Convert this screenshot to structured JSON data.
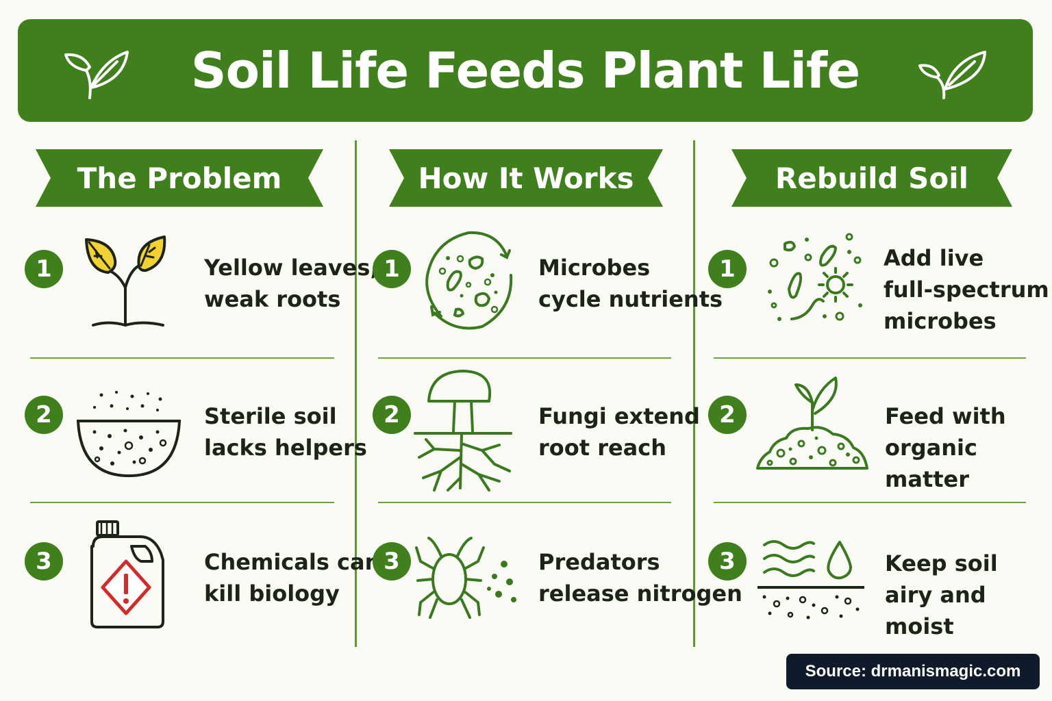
{
  "title": "Soil Life Feeds Plant Life",
  "colors": {
    "green": "#3f7f1c",
    "icon_green": "#3a7a1e",
    "yellow": "#f2d22e",
    "warning_red": "#d42a2a",
    "source_bg": "#0f1a2a"
  },
  "columns": [
    {
      "heading": "The Problem",
      "items": [
        {
          "number": "1",
          "icon": "yellow-sprout-icon",
          "text": "Yellow leaves,\nweak roots"
        },
        {
          "number": "2",
          "icon": "sterile-soil-bowl-icon",
          "text": "Sterile soil\nlacks helpers"
        },
        {
          "number": "3",
          "icon": "chemical-jug-warning-icon",
          "text": "Chemicals can\nkill biology"
        }
      ]
    },
    {
      "heading": "How It Works",
      "items": [
        {
          "number": "1",
          "icon": "microbe-cycle-icon",
          "text": "Microbes\ncycle nutrients"
        },
        {
          "number": "2",
          "icon": "mushroom-roots-icon",
          "text": "Fungi extend\nroot reach"
        },
        {
          "number": "3",
          "icon": "mite-nutrients-icon",
          "text": "Predators\nrelease nitrogen"
        }
      ]
    },
    {
      "heading": "Rebuild Soil",
      "items": [
        {
          "number": "1",
          "icon": "microbes-icon",
          "text": "Add live\nfull-spectrum\nmicrobes"
        },
        {
          "number": "2",
          "icon": "compost-sprout-icon",
          "text": "Feed with\norganic matter"
        },
        {
          "number": "3",
          "icon": "airy-moist-soil-icon",
          "text": "Keep soil\nairy and moist"
        }
      ]
    }
  ],
  "source": "Source: drmanismagic.com"
}
